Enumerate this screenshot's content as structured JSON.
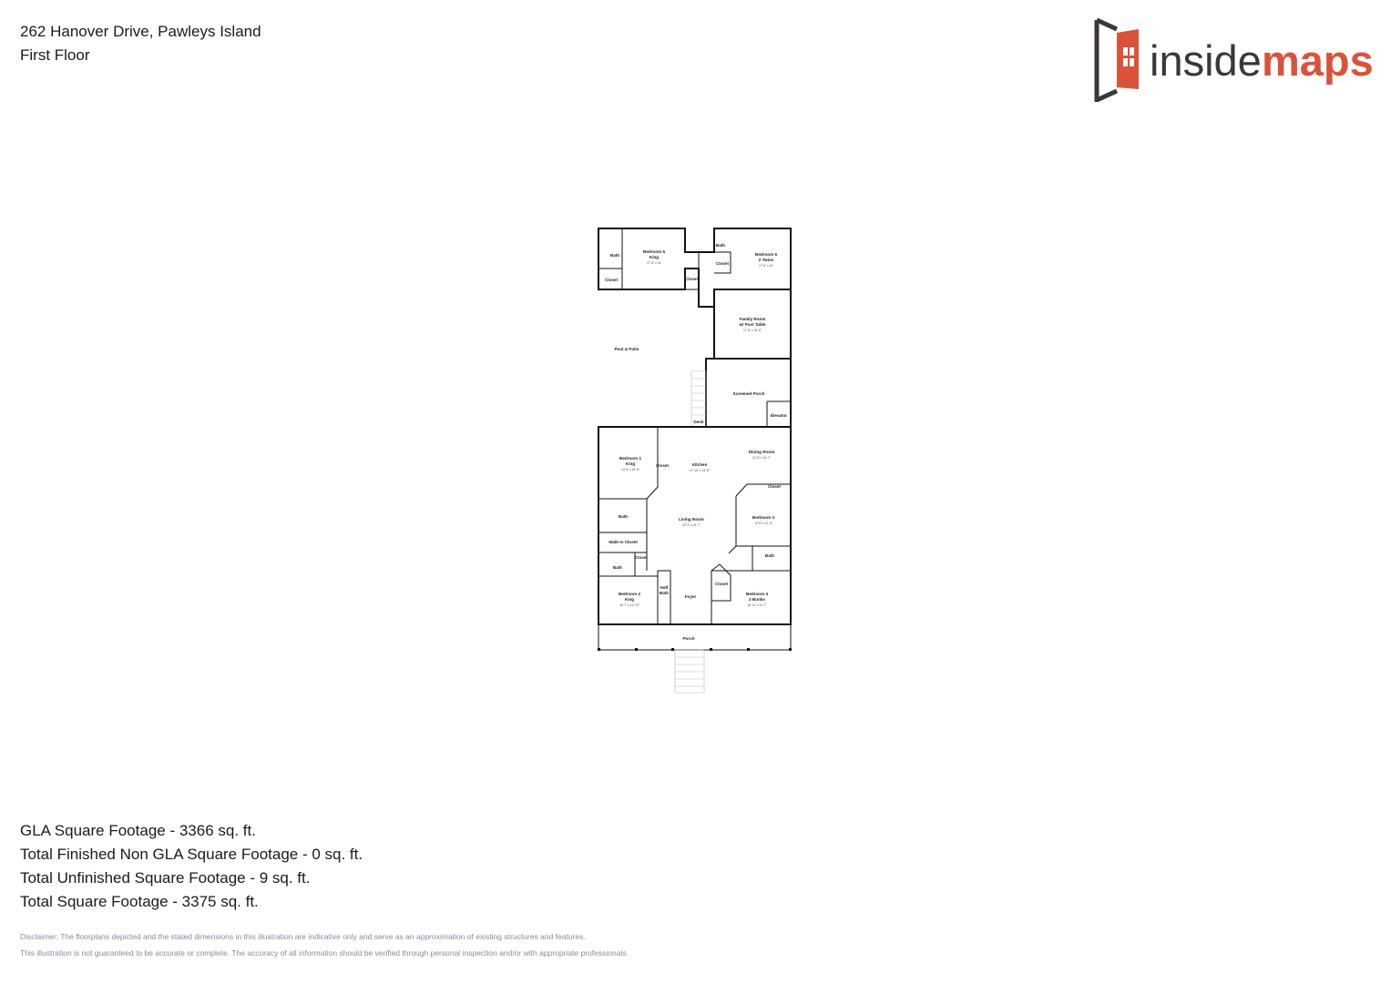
{
  "header": {
    "address": "262 Hanover Drive, Pawleys Island",
    "floor": "First Floor"
  },
  "logo": {
    "text_dark": "inside",
    "text_accent": "maps",
    "accent_color": "#d9533b",
    "dark_color": "#3b3734"
  },
  "rooms": [
    {
      "id": "bath-nw",
      "name": "Bath",
      "dims": ""
    },
    {
      "id": "closet-nw",
      "name": "Closet",
      "dims": ""
    },
    {
      "id": "bedroom5",
      "name": "Bedroom 5",
      "sub": "King",
      "dims": "17' 6\" x 14'"
    },
    {
      "id": "closet-n",
      "name": "Closet",
      "dims": ""
    },
    {
      "id": "bath-n",
      "name": "Bath",
      "dims": ""
    },
    {
      "id": "closet-ne",
      "name": "Closet",
      "dims": ""
    },
    {
      "id": "bedroom6",
      "name": "Bedroom 6",
      "sub": "2 Twins",
      "dims": "17' 6\" x 14'"
    },
    {
      "id": "family",
      "name": "Family Room",
      "sub": "w/ Pool Table",
      "dims": "17' 6\" x 15' 8\""
    },
    {
      "id": "pool",
      "name": "Pool & Patio",
      "dims": ""
    },
    {
      "id": "screened",
      "name": "Screened Porch",
      "dims": ""
    },
    {
      "id": "elevator",
      "name": "Elevator",
      "dims": ""
    },
    {
      "id": "deck",
      "name": "Deck",
      "dims": ""
    },
    {
      "id": "bedroom1",
      "name": "Bedroom 1",
      "sub": "King",
      "dims": "14' 4\" x 16' 6\""
    },
    {
      "id": "kitchen",
      "name": "Kitchen",
      "dims": "17' 10\" x 14' 8\""
    },
    {
      "id": "dining",
      "name": "Dining Room",
      "dims": "12' 8\" x 14' 7\""
    },
    {
      "id": "closet-k",
      "name": "Closet",
      "dims": ""
    },
    {
      "id": "closet-d",
      "name": "Closet",
      "dims": ""
    },
    {
      "id": "living",
      "name": "Living Room",
      "dims": "20' 3\" x 21' 7\""
    },
    {
      "id": "bedroom3",
      "name": "Bedroom 3",
      "dims": "12' 8\" x 11' 8\""
    },
    {
      "id": "bath-w",
      "name": "Bath",
      "dims": ""
    },
    {
      "id": "walkin",
      "name": "Walk-in Closet",
      "dims": ""
    },
    {
      "id": "bath-sw",
      "name": "Bath",
      "dims": ""
    },
    {
      "id": "closet-sw",
      "name": "Closet",
      "dims": ""
    },
    {
      "id": "bath-e",
      "name": "Bath",
      "dims": ""
    },
    {
      "id": "bedroom2",
      "name": "Bedroom 2",
      "sub": "King",
      "dims": "16' 7\" x 12' 10\""
    },
    {
      "id": "halfbath",
      "name": "Half",
      "sub": "Bath",
      "dims": ""
    },
    {
      "id": "foyer",
      "name": "Foyer",
      "dims": ""
    },
    {
      "id": "closet-f",
      "name": "Closet",
      "dims": ""
    },
    {
      "id": "bedroom4",
      "name": "Bedroom 4",
      "sub": "2 Bunks",
      "dims": "18' 11\" x 11' 7\""
    },
    {
      "id": "porch",
      "name": "Porch",
      "dims": ""
    }
  ],
  "stats": [
    "GLA Square Footage - 3366 sq. ft.",
    "Total Finished Non GLA Square Footage - 0 sq. ft.",
    "Total Unfinished Square Footage - 9 sq. ft.",
    "Total Square Footage - 3375 sq. ft."
  ],
  "disclaimer": [
    "Disclaimer: The floorplans depicted and the stated dimensions in this illustration are indicative only and serve as an approximation of existing structures and features.",
    "This illustration is not guaranteed to be accurate or complete. The accuracy of all information should be verified through personal inspection and/or with appropriate professionals."
  ]
}
